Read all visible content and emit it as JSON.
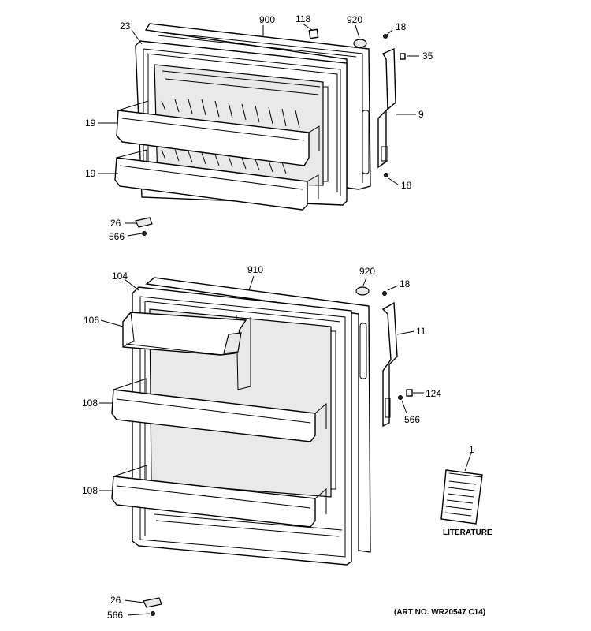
{
  "labels": {
    "p23": "23",
    "p900": "900",
    "p118": "118",
    "p920_top": "920",
    "p18_top_a": "18",
    "p35": "35",
    "p9": "9",
    "p18_top_b": "18",
    "p19_a": "19",
    "p19_b": "19",
    "p26_top": "26",
    "p566_top": "566",
    "p104": "104",
    "p910": "910",
    "p920_bottom": "920",
    "p18_bottom": "18",
    "p106": "106",
    "p11": "11",
    "p108_a": "108",
    "p124": "124",
    "p566_mid": "566",
    "p108_b": "108",
    "p1": "1",
    "p26_bottom": "26",
    "p566_bottom": "566"
  },
  "captions": {
    "literature": "LITERATURE",
    "art_no": "(ART NO. WR20547 C14)"
  }
}
